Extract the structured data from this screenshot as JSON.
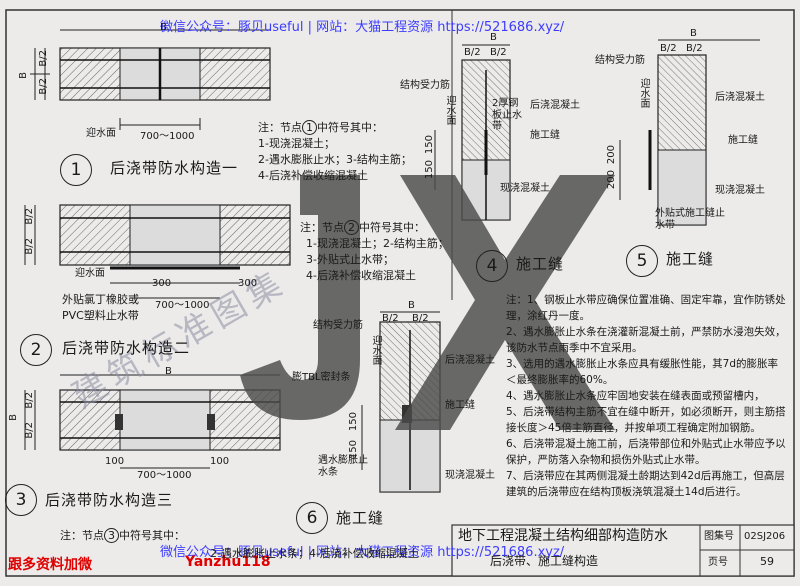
{
  "watermark": {
    "top": "微信公众号：豚贝useful | 网站：大猫工程资源 https://521686.xyz/",
    "bottom": "微信公众号：豚贝useful | 网站：大猫工程资源 https://521686.xyz/",
    "red_left": "跟多资料加微",
    "red_right": "Yanzhu118",
    "logo": "JX",
    "diagonal": "建筑标准图集"
  },
  "detail1": {
    "number": "1",
    "title": "后浇带防水构造一",
    "dim_top": "B",
    "dim_side": "B/2",
    "dim_side2": "B/2",
    "dim_width": "700～1000",
    "label_face": "迎水面",
    "note_head": "注：节点",
    "note_circle": "1",
    "note_tail": "中符号其中：",
    "note_items": [
      "1-现浇混凝土；",
      "2-遇水膨胀止水；3-结构主筋；",
      "4-后浇补偿收缩混凝土"
    ]
  },
  "detail2": {
    "number": "2",
    "title": "后浇带防水构造二",
    "dim_side": "B/2",
    "dim_side2": "B/2",
    "dim_300a": "300",
    "dim_300b": "300",
    "dim_width": "700～1000",
    "label_face": "迎水面",
    "label_tape": "外贴氯丁橡胶或",
    "label_tape2": "PVC塑料止水带",
    "note_head": "注：节点",
    "note_circle": "2",
    "note_tail": "中符号其中：",
    "note_items": [
      "1-现浇混凝土；2-结构主筋；",
      "3-外贴式止水带；",
      "4-后浇补偿收缩混凝土"
    ]
  },
  "detail3": {
    "number": "3",
    "title": "后浇带防水构造三",
    "dim_top": "B",
    "dim_side": "B/2",
    "dim_side2": "B/2",
    "dim_width": "700～1000",
    "dim_100a": "100",
    "dim_100b": "100",
    "label_tbl": "膨TBL密封条",
    "note_head": "注：节点",
    "note_circle": "3",
    "note_tail": "中符号其中：",
    "note_item2": "2-遇水膨胀止水条；4-后浇补偿收缩混凝土"
  },
  "detail4": {
    "number": "4",
    "title": "施工缝",
    "dim_top": "B",
    "dim_half1": "B/2",
    "dim_half2": "B/2",
    "label_rebar": "结构受力筋",
    "label_face": "迎水面",
    "label_plate": "2厚钢板止水带",
    "label_post": "后浇混凝土",
    "label_joint": "施工缝",
    "label_cast": "现浇混凝土",
    "dim_150": "150",
    "dim_150b": "150"
  },
  "detail5": {
    "number": "5",
    "title": "施工缝",
    "dim_top": "B",
    "dim_half1": "B/2",
    "dim_half2": "B/2",
    "label_rebar": "结构受力筋",
    "label_face": "迎水面",
    "label_post": "后浇混凝土",
    "label_joint": "施工缝",
    "label_cast": "现浇混凝土",
    "label_tape": "外贴式施工缝止水带",
    "dim_200": "200",
    "dim_200b": "200"
  },
  "detail6": {
    "number": "6",
    "title": "施工缝",
    "dim_top": "B",
    "dim_half1": "B/2",
    "dim_half2": "B/2",
    "label_rebar": "结构受力筋",
    "label_face": "迎水面",
    "label_post": "后浇混凝土",
    "label_joint": "施工缝",
    "label_cast": "现浇混凝土",
    "label_strip": "遇水膨胀止水条",
    "dim_150": "150",
    "dim_150b": "150"
  },
  "notes": [
    "注：1、钢板止水带应确保位置准确、固定牢靠，宜作防锈处理，涂红丹一度。",
    "2、遇水膨胀止水条在浇灌新混凝土前，严禁防水浸泡失效，该防水节点雨季中不宜采用。",
    "3、选用的遇水膨胀止水条应具有缓胀性能，其7d的膨胀率＜最终膨胀率的60%。",
    "4、遇水膨胀止水条应牢固地安装在缝表面或预留槽内，",
    "5、后浇带结构主筋不宜在缝中断开，如必须断开，则主筋搭接长度＞45倍主筋直径，并按单项工程确定附加钢筋。",
    "6、后浇带混凝土施工前，后浇带部位和外贴式止水带应予以保护，严防落入杂物和损伤外贴式止水带。",
    "7、后浇带应在其两侧混凝土龄期达到42d后再施工，但高层建筑的后浇带应在结构顶板浇筑混凝土14d后进行。"
  ],
  "titleblock": {
    "main_title": "地下工程混凝土结构细部构造防水",
    "sub_title": "后浇带、施工缝构造",
    "atlas_label": "图集号",
    "atlas_no": "02SJ206",
    "page_label": "页号",
    "page_no": "59"
  }
}
